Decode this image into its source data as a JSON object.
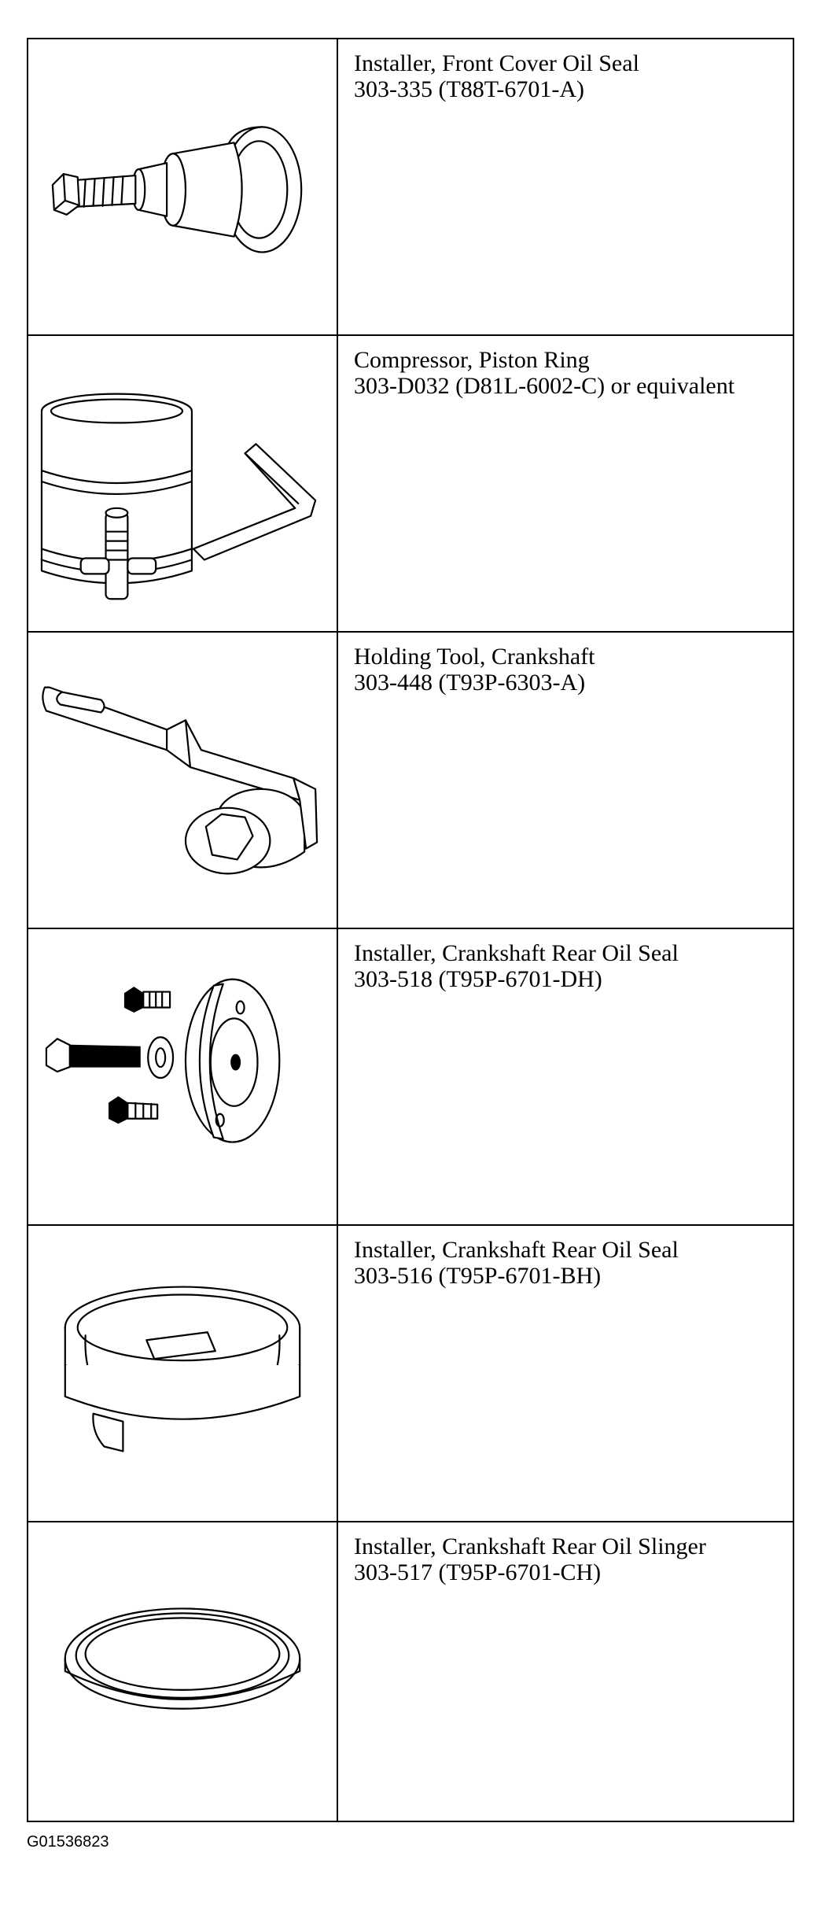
{
  "tools": [
    {
      "icon": "front-cover-seal-installer-icon",
      "name": "Installer, Front Cover Oil Seal",
      "number": "303-335 (T88T-6701-A)"
    },
    {
      "icon": "piston-ring-compressor-icon",
      "name": "Compressor, Piston Ring",
      "number": "303-D032 (D81L-6002-C) or equivalent"
    },
    {
      "icon": "crankshaft-holding-tool-icon",
      "name": "Holding Tool, Crankshaft",
      "number": "303-448 (T93P-6303-A)"
    },
    {
      "icon": "rear-seal-installer-kit-icon",
      "name": "Installer, Crankshaft Rear Oil Seal",
      "number": "303-518 (T95P-6701-DH)"
    },
    {
      "icon": "rear-seal-installer-ring-icon",
      "name": "Installer, Crankshaft Rear Oil Seal",
      "number": "303-516 (T95P-6701-BH)"
    },
    {
      "icon": "oil-slinger-installer-icon",
      "name": "Installer, Crankshaft Rear Oil Slinger",
      "number": "303-517 (T95P-6701-CH)"
    }
  ],
  "figure_id": "G01536823"
}
